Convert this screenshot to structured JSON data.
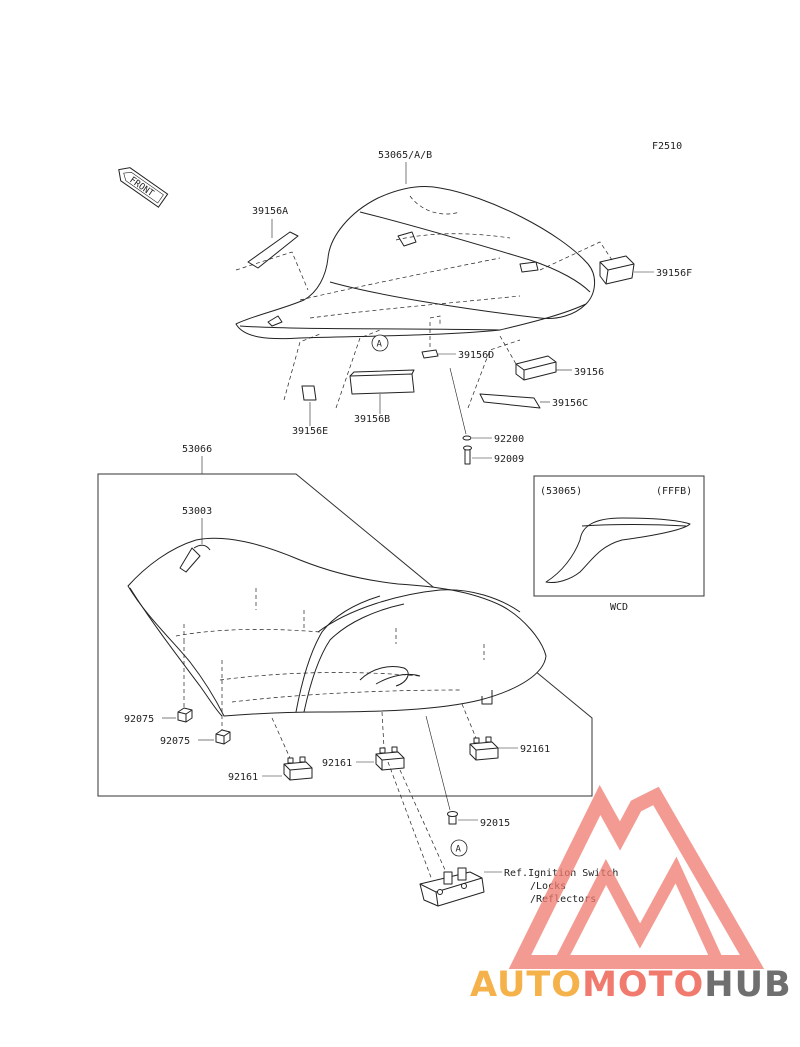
{
  "figure_code": "F2510",
  "front_label": "FRONT",
  "circle_ref": "A",
  "parts": {
    "p53065": "53065/A/B",
    "p39156A": "39156A",
    "p39156F": "39156F",
    "p39156D": "39156D",
    "p39156": "39156",
    "p39156C": "39156C",
    "p39156E": "39156E",
    "p39156B": "39156B",
    "p92200": "92200",
    "p92009": "92009",
    "p53066": "53066",
    "p53003": "53003",
    "p92075a": "92075",
    "p92075b": "92075",
    "p92161a": "92161",
    "p92161b": "92161",
    "p92161c": "92161",
    "p92015": "92015"
  },
  "inset": {
    "left_label": "(53065)",
    "right_label": "(FFFB)",
    "caption": "WCD"
  },
  "reference": {
    "line1": "Ref.Ignition Switch",
    "line2": "/Locks",
    "line3": "/Reflectors"
  },
  "watermark": {
    "part1": "AUTO",
    "part2": "MOTO",
    "part3": "HUB",
    "color1": "#f5b14a",
    "color2": "#f07a6e",
    "color3": "#6f6f6f",
    "logo_color": "#f07a6e"
  }
}
